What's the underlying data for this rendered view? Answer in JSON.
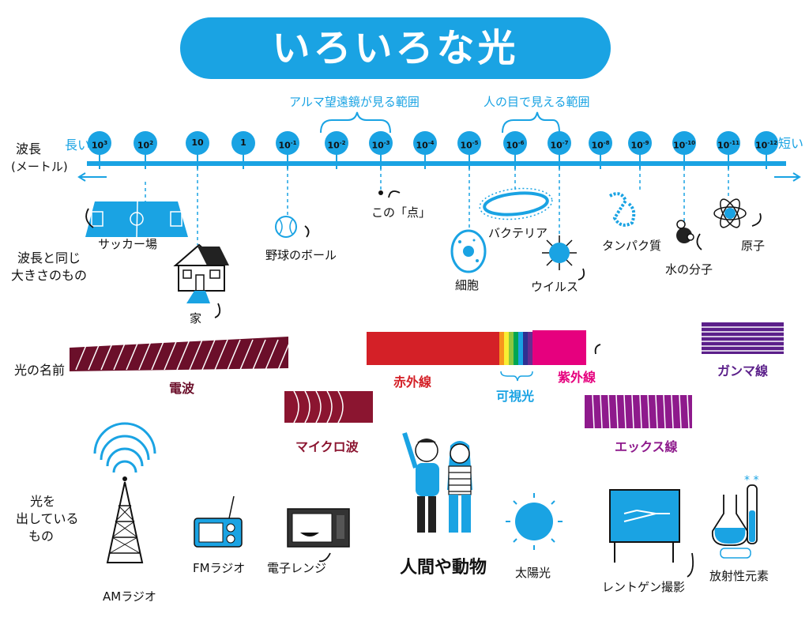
{
  "title": "いろいろな光",
  "axis": {
    "label_line1": "波長",
    "label_line2": "(メートル)",
    "long": "長い",
    "short": "短い",
    "ticks": [
      {
        "base": "10",
        "exp": "3"
      },
      {
        "base": "10",
        "exp": "2"
      },
      {
        "base": "10",
        "exp": ""
      },
      {
        "base": "1",
        "exp": ""
      },
      {
        "base": "10",
        "exp": "-1"
      },
      {
        "base": "10",
        "exp": "-2"
      },
      {
        "base": "10",
        "exp": "-3"
      },
      {
        "base": "10",
        "exp": "-4"
      },
      {
        "base": "10",
        "exp": "-5"
      },
      {
        "base": "10",
        "exp": "-6"
      },
      {
        "base": "10",
        "exp": "-7"
      },
      {
        "base": "10",
        "exp": "-8"
      },
      {
        "base": "10",
        "exp": "-9"
      },
      {
        "base": "10",
        "exp": "-10"
      },
      {
        "base": "10",
        "exp": "-11"
      },
      {
        "base": "10",
        "exp": "-12"
      }
    ]
  },
  "ranges": {
    "alma": "アルマ望遠鏡が見る範囲",
    "eye": "人の目で見える範囲"
  },
  "row_labels": {
    "size_line1": "波長と同じ",
    "size_line2": "大きさのもの",
    "name": "光の名前",
    "source_line1": "光を",
    "source_line2": "出している",
    "source_line3": "もの"
  },
  "objects": {
    "soccer": "サッカー場",
    "house": "家",
    "baseball": "野球のボール",
    "dot": "この「点」",
    "cell": "細胞",
    "bacteria": "バクテリア",
    "virus": "ウイルス",
    "protein": "タンパク質",
    "water": "水の分子",
    "atom": "原子"
  },
  "bands": {
    "radio": "電波",
    "microwave": "マイクロ波",
    "infrared": "赤外線",
    "visible": "可視光",
    "ultraviolet": "紫外線",
    "xray": "エックス線",
    "gamma": "ガンマ線"
  },
  "sources": {
    "am": "AMラジオ",
    "fm": "FMラジオ",
    "microwave_oven": "電子レンジ",
    "humans": "人間や動物",
    "sun": "太陽光",
    "xray_photo": "レントゲン撮影",
    "radioactive": "放射性元素"
  },
  "colors": {
    "accent": "#1aa3e3",
    "radio": "#6b0f2a",
    "microwave": "#8b1530",
    "infrared": "#d42027",
    "ultraviolet": "#e6007e",
    "xray": "#8e1a8c",
    "gamma": "#5b1f8a"
  }
}
